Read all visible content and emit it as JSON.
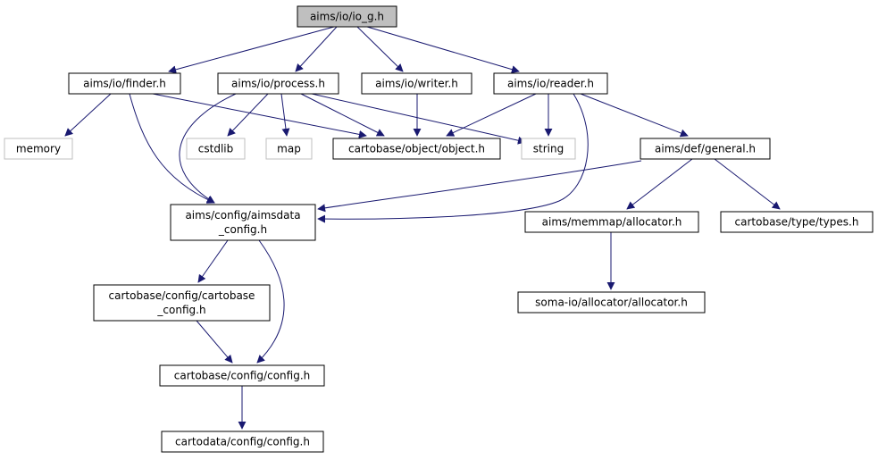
{
  "nodes": [
    {
      "id": "io_g",
      "lines": [
        "aims/io/io_g.h"
      ],
      "kind": "root"
    },
    {
      "id": "finder",
      "lines": [
        "aims/io/finder.h"
      ],
      "kind": "normal"
    },
    {
      "id": "process",
      "lines": [
        "aims/io/process.h"
      ],
      "kind": "normal"
    },
    {
      "id": "writer",
      "lines": [
        "aims/io/writer.h"
      ],
      "kind": "normal"
    },
    {
      "id": "reader",
      "lines": [
        "aims/io/reader.h"
      ],
      "kind": "normal"
    },
    {
      "id": "memory",
      "lines": [
        "memory"
      ],
      "kind": "external"
    },
    {
      "id": "cstdlib",
      "lines": [
        "cstdlib"
      ],
      "kind": "external"
    },
    {
      "id": "map",
      "lines": [
        "map"
      ],
      "kind": "external"
    },
    {
      "id": "object",
      "lines": [
        "cartobase/object/object.h"
      ],
      "kind": "normal"
    },
    {
      "id": "string",
      "lines": [
        "string"
      ],
      "kind": "external"
    },
    {
      "id": "general",
      "lines": [
        "aims/def/general.h"
      ],
      "kind": "normal"
    },
    {
      "id": "aimsdata",
      "lines": [
        "aims/config/aimsdata",
        "_config.h"
      ],
      "kind": "normal"
    },
    {
      "id": "memmap",
      "lines": [
        "aims/memmap/allocator.h"
      ],
      "kind": "normal"
    },
    {
      "id": "types",
      "lines": [
        "cartobase/type/types.h"
      ],
      "kind": "normal"
    },
    {
      "id": "cbconfig",
      "lines": [
        "cartobase/config/cartobase",
        "_config.h"
      ],
      "kind": "normal"
    },
    {
      "id": "somaalloc",
      "lines": [
        "soma-io/allocator/allocator.h"
      ],
      "kind": "normal"
    },
    {
      "id": "config",
      "lines": [
        "cartobase/config/config.h"
      ],
      "kind": "normal"
    },
    {
      "id": "cdconfig",
      "lines": [
        "cartodata/config/config.h"
      ],
      "kind": "normal"
    }
  ],
  "edges": [
    {
      "from": "io_g",
      "to": "finder"
    },
    {
      "from": "io_g",
      "to": "process"
    },
    {
      "from": "io_g",
      "to": "writer"
    },
    {
      "from": "io_g",
      "to": "reader"
    },
    {
      "from": "finder",
      "to": "memory"
    },
    {
      "from": "finder",
      "to": "aimsdata"
    },
    {
      "from": "finder",
      "to": "object"
    },
    {
      "from": "process",
      "to": "aimsdata"
    },
    {
      "from": "process",
      "to": "cstdlib"
    },
    {
      "from": "process",
      "to": "map"
    },
    {
      "from": "process",
      "to": "object"
    },
    {
      "from": "process",
      "to": "string"
    },
    {
      "from": "writer",
      "to": "object"
    },
    {
      "from": "reader",
      "to": "object"
    },
    {
      "from": "reader",
      "to": "string"
    },
    {
      "from": "reader",
      "to": "general"
    },
    {
      "from": "reader",
      "to": "aimsdata"
    },
    {
      "from": "general",
      "to": "aimsdata"
    },
    {
      "from": "general",
      "to": "memmap"
    },
    {
      "from": "general",
      "to": "types"
    },
    {
      "from": "aimsdata",
      "to": "cbconfig"
    },
    {
      "from": "aimsdata",
      "to": "config"
    },
    {
      "from": "memmap",
      "to": "somaalloc"
    },
    {
      "from": "cbconfig",
      "to": "config"
    },
    {
      "from": "config",
      "to": "cdconfig"
    }
  ],
  "colors": {
    "edge": "#191970",
    "root_fill": "#bfbfbf",
    "external_border": "#bfbfbf",
    "border": "#000000"
  }
}
